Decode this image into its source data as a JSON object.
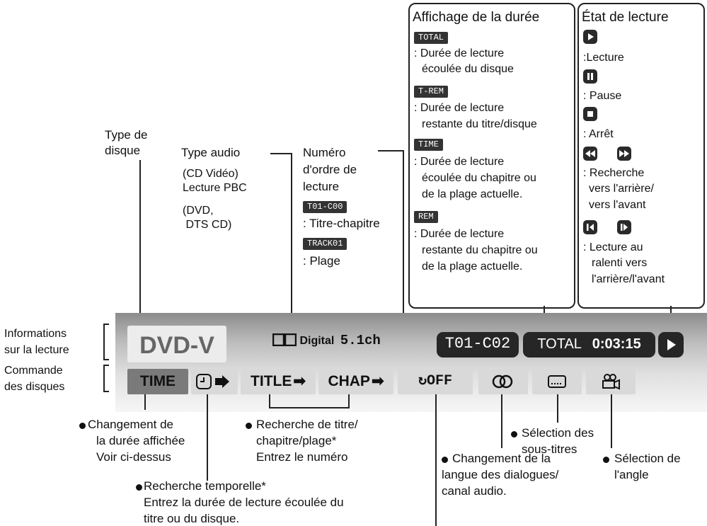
{
  "labels": {
    "type_disque": [
      "Type de",
      "disque"
    ],
    "type_audio": "Type audio",
    "type_audio_sub": [
      "(CD Vidéo)",
      "Lecture PBC",
      "(DVD,",
      " DTS CD)"
    ],
    "numero": [
      "Numéro",
      "d'ordre de",
      "lecture"
    ],
    "badge_t": "T01-C00",
    "desc_titre": ": Titre-chapitre",
    "badge_track": "TRACK01",
    "desc_plage": ": Plage",
    "informations": [
      "Informations",
      "sur la lecture"
    ],
    "commande": [
      "Commande",
      "des disques"
    ]
  },
  "duree_box": {
    "title": "Affichage de la durée",
    "items": [
      {
        "badge": "TOTAL",
        "lines": [
          ": Durée de lecture",
          "écoulée du disque"
        ]
      },
      {
        "badge": "T-REM",
        "lines": [
          ": Durée de lecture",
          "restante du titre/disque"
        ]
      },
      {
        "badge": "TIME",
        "lines": [
          ": Durée de lecture",
          "écoulée du chapitre ou",
          "de la plage actuelle."
        ]
      },
      {
        "badge": "REM",
        "lines": [
          ": Durée de lecture",
          "restante du chapitre ou",
          "de la plage actuelle."
        ]
      }
    ]
  },
  "etat_box": {
    "title": "État de lecture",
    "lecture": ":Lecture",
    "pause": ": Pause",
    "arret": ": Arrêt",
    "recherche": [
      ": Recherche",
      "vers l'arrière/",
      "vers l'avant"
    ],
    "ralenti": [
      ": Lecture au",
      "ralenti vers",
      "l'arrière/l'avant"
    ]
  },
  "panel": {
    "disc_type": "DVD-V",
    "digital": "Digital",
    "channels": "5.1ch",
    "title_chapter": "T01-C02",
    "total_label": "TOTAL",
    "total_time": "0:03:15"
  },
  "controls": {
    "time": "TIME",
    "title": "TITLE",
    "chap": "CHAP",
    "repeat": "OFF"
  },
  "annotations": {
    "changement_duree": [
      "Changement de",
      "la durée affichée",
      "Voir ci-dessus"
    ],
    "recherche_titre": [
      "Recherche de titre/",
      "chapitre/plage*",
      "Entrez le numéro"
    ],
    "sous_titres": [
      "Sélection des",
      "sous-titres"
    ],
    "temporelle": [
      "Recherche temporelle*",
      "Entrez la durée de lecture écoulée du",
      "titre ou du disque."
    ],
    "langue": [
      "Changement de la",
      "langue des dialogues/",
      "canal audio."
    ],
    "angle": [
      "Sélection de",
      "l'angle"
    ]
  }
}
